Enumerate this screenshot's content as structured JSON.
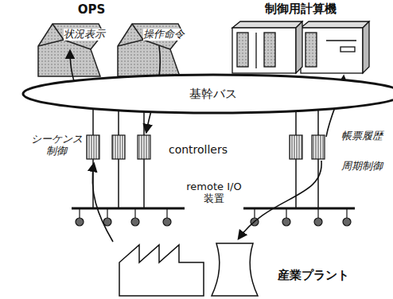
{
  "diagram": {
    "nodes": [
      {
        "text": [
          "基幹バス"
        ]
      },
      {
        "text": [
          "制御用計算機"
        ]
      }
    ],
    "labels": [
      "OPS",
      "状況表示",
      "操作命令",
      "controllers",
      "シーケンス 制御",
      "帳票履歴",
      "周期制御",
      "remote I/O装置",
      "産業プラント"
    ]
  }
}
